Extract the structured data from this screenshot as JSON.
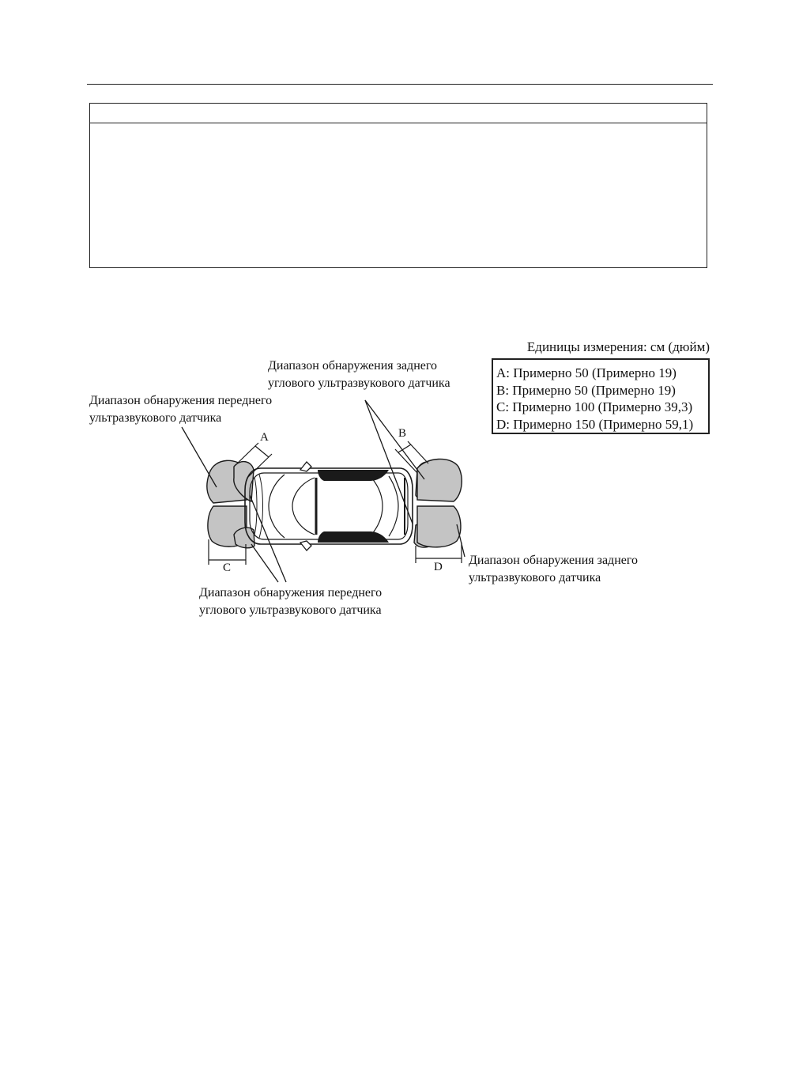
{
  "units_caption": "Единицы измерения: см (дюйм)",
  "legend": [
    "A: Примерно 50 (Примерно 19)",
    "B: Примерно 50 (Примерно 19)",
    "C: Примерно 100 (Примерно 39,3)",
    "D: Примерно 150 (Примерно 59,1)"
  ],
  "callouts": {
    "rear_corner": [
      "Диапазон обнаружения заднего",
      "углового ультразвукового датчика"
    ],
    "front": [
      "Диапазон обнаружения переднего",
      "ультразвукового датчика"
    ],
    "rear": [
      "Диапазон обнаружения заднего",
      "ультразвукового датчика"
    ],
    "front_corner": [
      "Диапазон обнаружения переднего",
      "углового ультразвукового датчика"
    ]
  },
  "dimension_letters": {
    "a": "A",
    "b": "B",
    "c": "C",
    "d": "D"
  },
  "colors": {
    "zone_fill": "#c4c4c4",
    "line": "#1a1a1a"
  }
}
